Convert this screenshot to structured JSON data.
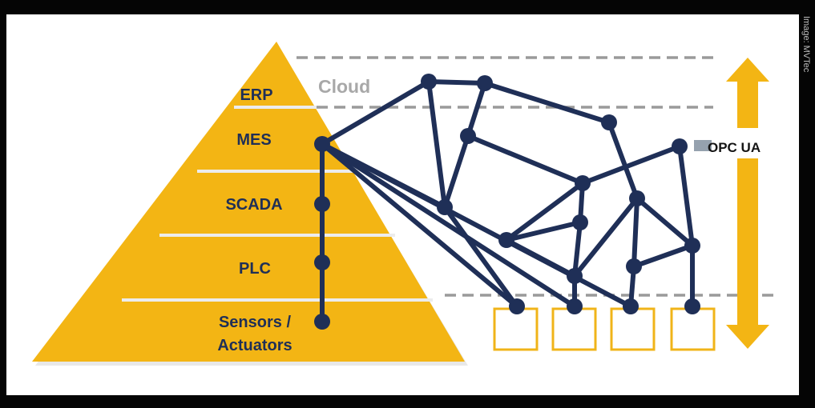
{
  "diagram": {
    "pyramid_levels": [
      "ERP",
      "MES",
      "SCADA",
      "PLC",
      "Sensors /",
      "Actuators"
    ],
    "cloud_label": "Cloud",
    "opc_label": "OPC UA",
    "image_credit": "Image: MVTec",
    "colors": {
      "background": "#050505",
      "panel": "#ffffff",
      "pyramid": "#f3b514",
      "pyramid_border": "#e0e0e0",
      "network": "#1f2f57",
      "dash": "#9a9a9a",
      "arrow": "#f3b514",
      "box_border": "#f0b419",
      "level_text": "#1f2f57"
    }
  }
}
